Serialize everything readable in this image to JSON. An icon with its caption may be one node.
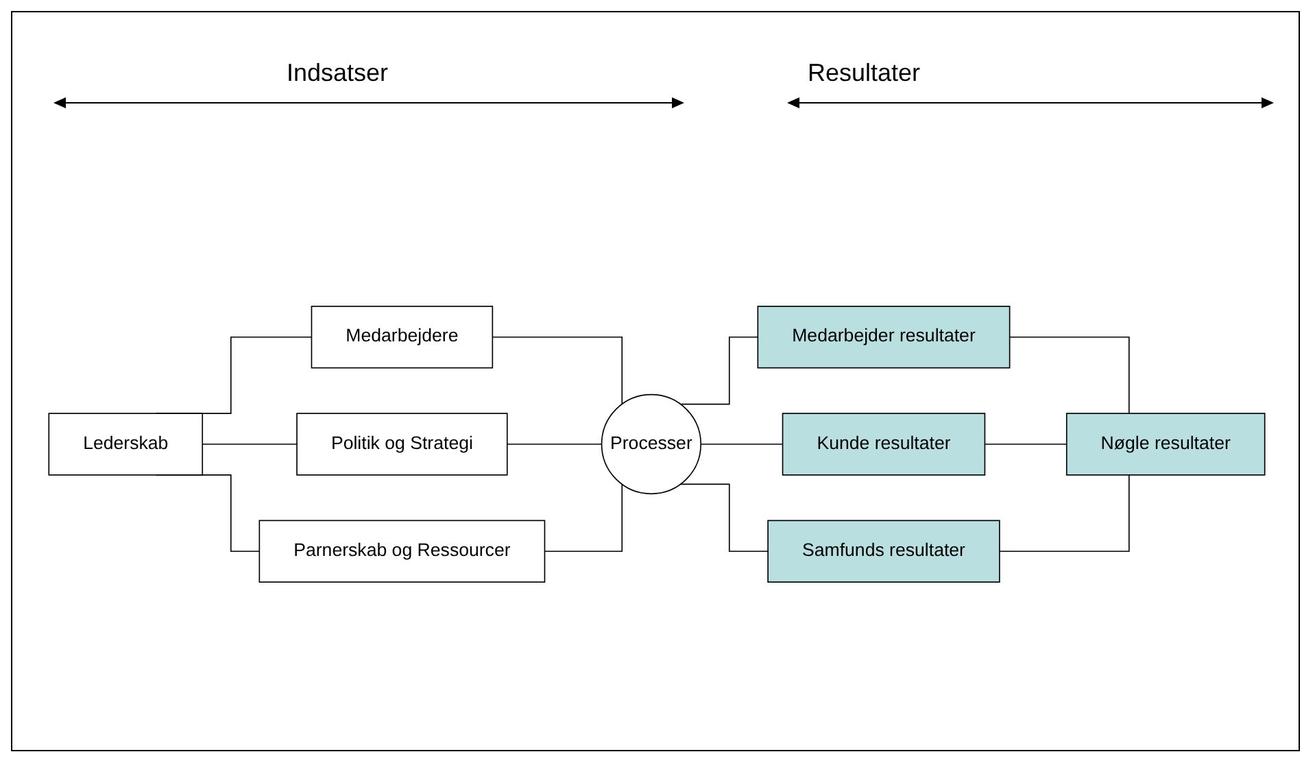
{
  "diagram": {
    "nodes": [
      {
        "text": [
          "Lederskab"
        ]
      },
      {
        "text": [
          "Medarbejdere"
        ]
      },
      {
        "text": [
          "Politik og Strategi"
        ]
      },
      {
        "text": [
          "Parnerskab og Ressourcer"
        ]
      },
      {
        "text": [
          "Processer"
        ]
      },
      {
        "text": [
          "Medarbejder resultater"
        ]
      },
      {
        "text": [
          "Kunde resultater"
        ]
      },
      {
        "text": [
          "Samfunds resultater"
        ]
      },
      {
        "text": [
          "Nøgle resultater"
        ]
      }
    ],
    "edges": [
      {
        "from": 0,
        "to": 1,
        "arrow": "none"
      },
      {
        "from": 0,
        "to": 2,
        "arrow": "none"
      },
      {
        "from": 0,
        "to": 3,
        "arrow": "none"
      },
      {
        "from": 1,
        "to": 4,
        "arrow": "none"
      },
      {
        "from": 2,
        "to": 4,
        "arrow": "none"
      },
      {
        "from": 3,
        "to": 4,
        "arrow": "none"
      },
      {
        "from": 4,
        "to": 5,
        "arrow": "none"
      },
      {
        "from": 4,
        "to": 6,
        "arrow": "none"
      },
      {
        "from": 4,
        "to": 7,
        "arrow": "none"
      },
      {
        "from": 5,
        "to": 8,
        "arrow": "none"
      },
      {
        "from": 6,
        "to": 8,
        "arrow": "none"
      },
      {
        "from": 7,
        "to": 8,
        "arrow": "none"
      }
    ],
    "labels": [
      "Indsatser",
      "Resultater"
    ]
  }
}
